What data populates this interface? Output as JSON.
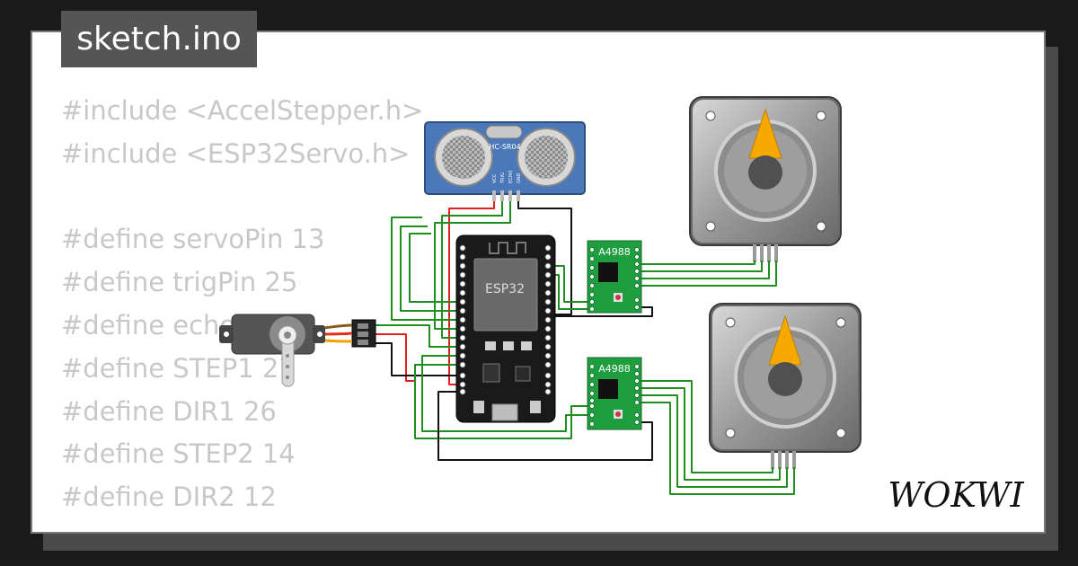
{
  "project": {
    "title": "sketch.ino"
  },
  "code_lines": [
    "#include <AccelStepper.h>",
    "#include <ESP32Servo.h>",
    "",
    "#define servoPin 13",
    "#define trigPin 25",
    "#define echoPin 33",
    "#define STEP1 27",
    "#define DIR1 26",
    "#define STEP2 14",
    "#define DIR2 12"
  ],
  "components": {
    "sensor": {
      "label": "HC-SR04",
      "pins": [
        "VCC",
        "TRIG",
        "ECHO",
        "GND"
      ]
    },
    "mcu": {
      "label": "ESP32"
    },
    "driver1": {
      "label": "A4988"
    },
    "driver2": {
      "label": "A4988"
    }
  },
  "brand": {
    "logo_text": "WOKWI"
  },
  "colors": {
    "background": "#1a1a1a",
    "panel": "#ffffff",
    "title_tab": "#555555",
    "code_text": "#c8c8c8",
    "wire_green": "#1e8f1e",
    "wire_red": "#e02020",
    "wire_black": "#111111",
    "sensor_blue": "#4a78b8",
    "driver_green": "#1f9e3f",
    "accent_orange": "#f5a800"
  }
}
